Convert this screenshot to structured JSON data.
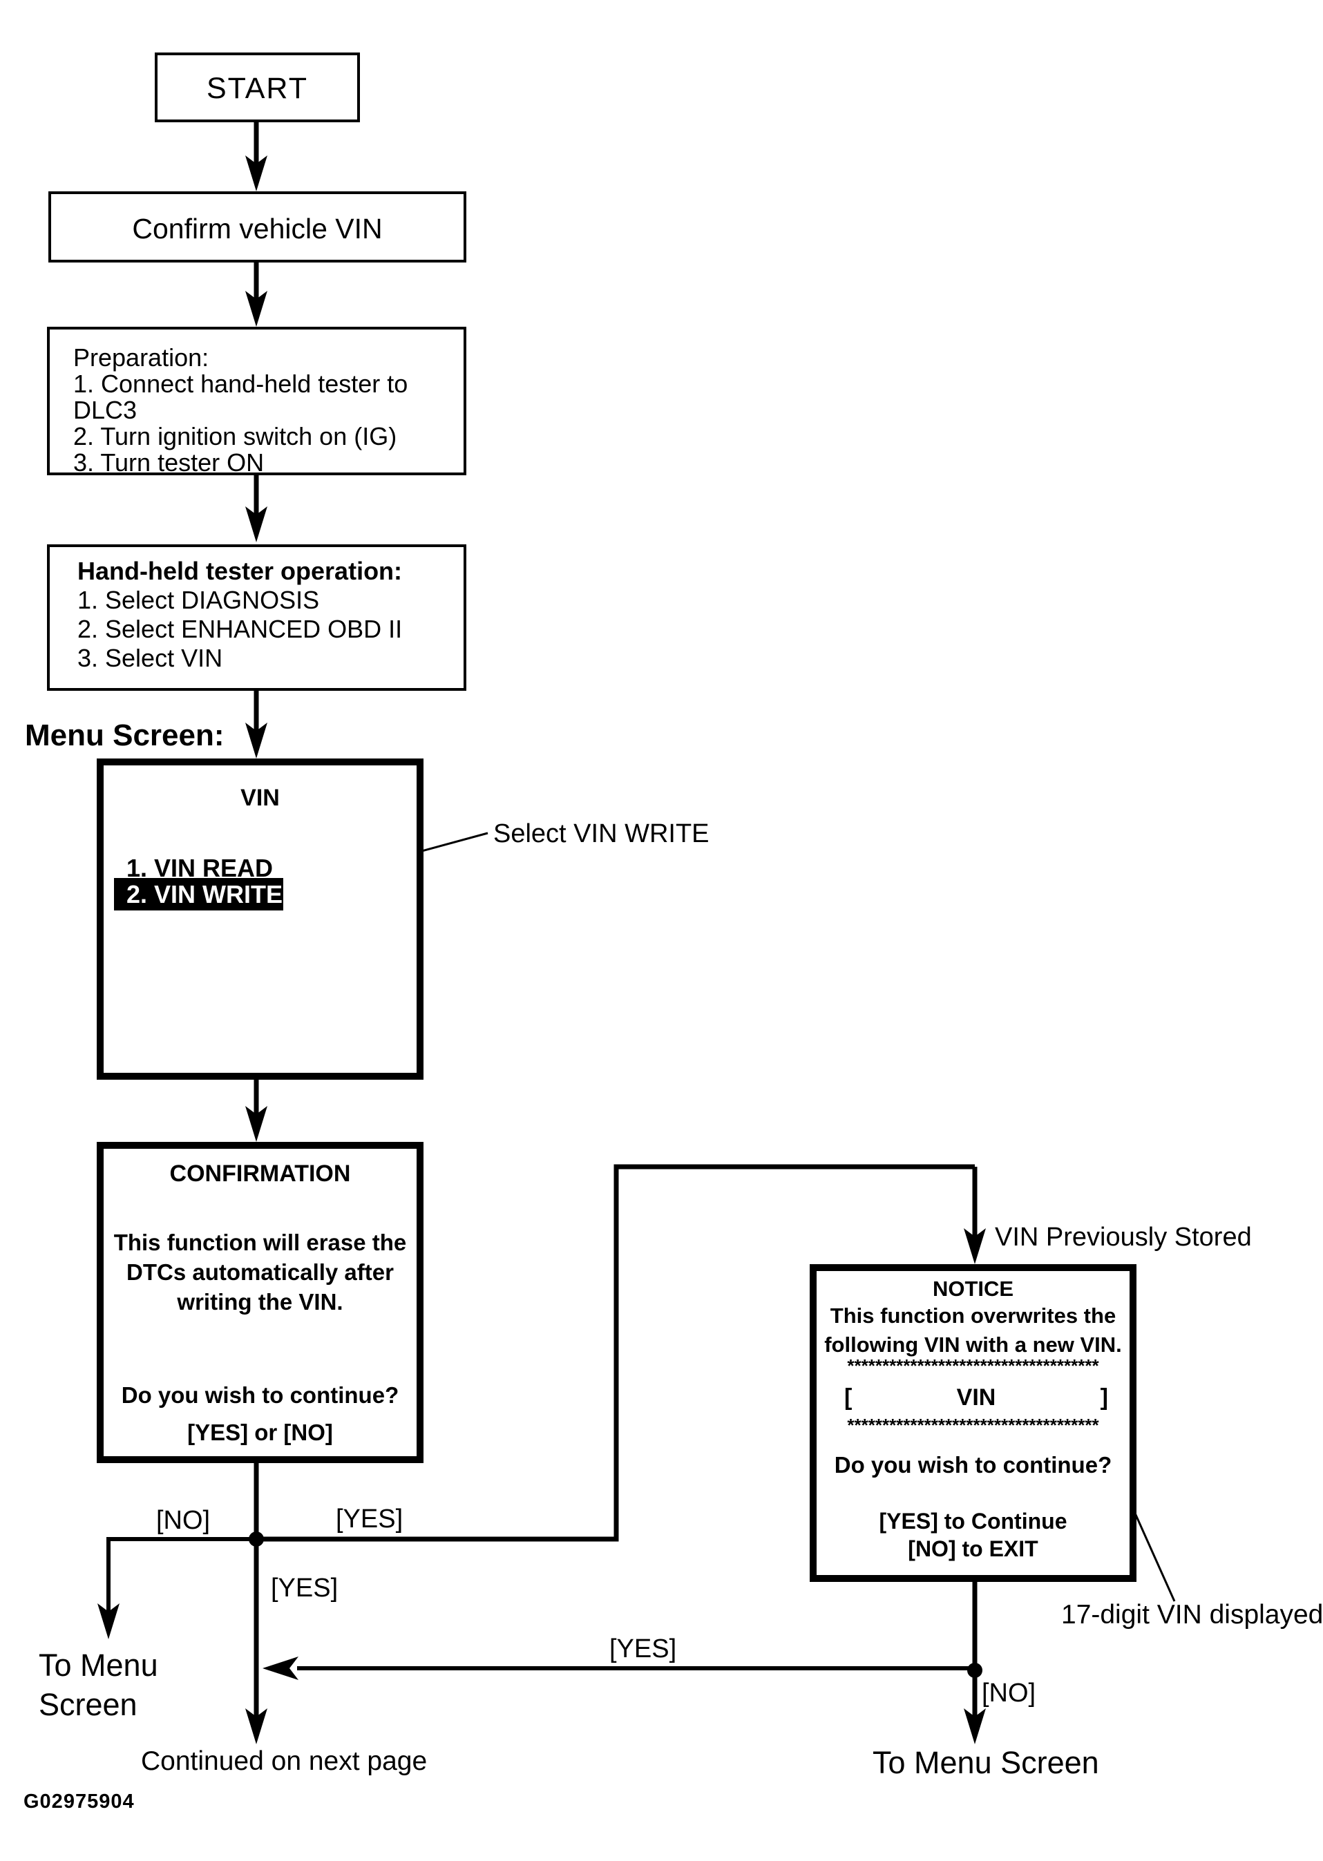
{
  "figure_id": "G02975904",
  "colors": {
    "ink": "#000000",
    "paper": "#ffffff",
    "highlight_bg": "#000000",
    "highlight_text": "#ffffff"
  },
  "flowchart": {
    "start": {
      "label": "START"
    },
    "confirm_vin": {
      "label": "Confirm vehicle VIN"
    },
    "preparation": {
      "title": "Preparation:",
      "steps": [
        "1. Connect hand-held tester to DLC3",
        "2. Turn ignition switch on (IG)",
        "3. Turn tester ON"
      ]
    },
    "tester_operation": {
      "title": "Hand-held tester operation:",
      "steps": [
        "1. Select DIAGNOSIS",
        "2. Select ENHANCED OBD II",
        "3. Select VIN"
      ]
    },
    "menu_screen_label": "Menu Screen:",
    "vin_menu": {
      "title": "VIN",
      "item_read": "1. VIN READ",
      "item_write": "2. VIN WRITE",
      "annotation": "Select VIN WRITE"
    },
    "confirmation": {
      "title": "CONFIRMATION",
      "body_line1": "This function will erase the",
      "body_line2": "DTCs automatically after",
      "body_line3": "writing the VIN.",
      "question": "Do you wish to continue?",
      "options": "[YES] or [NO]"
    },
    "notice": {
      "entry_label": "VIN Previously Stored",
      "title": "NOTICE",
      "body_line1": "This function overwrites the",
      "body_line2": "following VIN with a new VIN.",
      "asterisk_row": "************************************",
      "vin_display_open": "[",
      "vin_display_value": "VIN",
      "vin_display_close": "]",
      "question": "Do you wish to continue?",
      "option_yes": "[YES] to Continue",
      "option_no": "[NO] to EXIT",
      "vin_note": "17-digit VIN displayed"
    },
    "branch_labels": {
      "confirm_no": "[NO]",
      "confirm_yes_right": "[YES]",
      "confirm_yes_down": "[YES]",
      "notice_yes_return": "[YES]",
      "notice_no_down": "[NO]"
    },
    "exits": {
      "menu_left_line1": "To Menu",
      "menu_left_line2": "Screen",
      "continued": "Continued on next page",
      "menu_right": "To Menu Screen"
    }
  }
}
